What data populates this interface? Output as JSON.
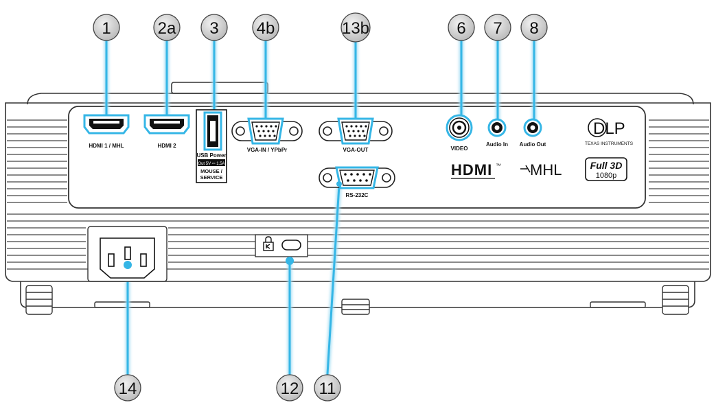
{
  "callouts": [
    {
      "id": "1",
      "port": "hdmi-1"
    },
    {
      "id": "2a",
      "port": "hdmi-2"
    },
    {
      "id": "3",
      "port": "usb"
    },
    {
      "id": "4b",
      "port": "vga-in"
    },
    {
      "id": "13b",
      "port": "vga-out"
    },
    {
      "id": "6",
      "port": "video"
    },
    {
      "id": "7",
      "port": "audio-in"
    },
    {
      "id": "8",
      "port": "audio-out"
    },
    {
      "id": "14",
      "port": "power"
    },
    {
      "id": "12",
      "port": "lock"
    },
    {
      "id": "11",
      "port": "rs232"
    }
  ],
  "port_labels": {
    "hdmi1": "HDMI 1 / MHL",
    "hdmi2": "HDMI 2",
    "usb_power": "USB Power",
    "usb_out": "Out 5V ⎓ 1.5A",
    "usb_mouse": "MOUSE /",
    "usb_service": "SERVICE",
    "vga_in": "VGA-IN / YPbPr",
    "vga_out": "VGA-OUT",
    "video": "VIDEO",
    "audio_in": "Audio In",
    "audio_out": "Audio Out",
    "rs232": "RS-232C"
  },
  "logos": {
    "dlp": "DLP",
    "ti": "TEXAS INSTRUMENTS",
    "hdmi": "HDMI",
    "hdmi_tm": "™",
    "mhl": "MHL",
    "full3d": "Full 3D",
    "res": "1080p"
  },
  "colors": {
    "callout_line": "#35b6e6",
    "callout_bubble": "#c8c8c8",
    "outline": "#333333"
  }
}
